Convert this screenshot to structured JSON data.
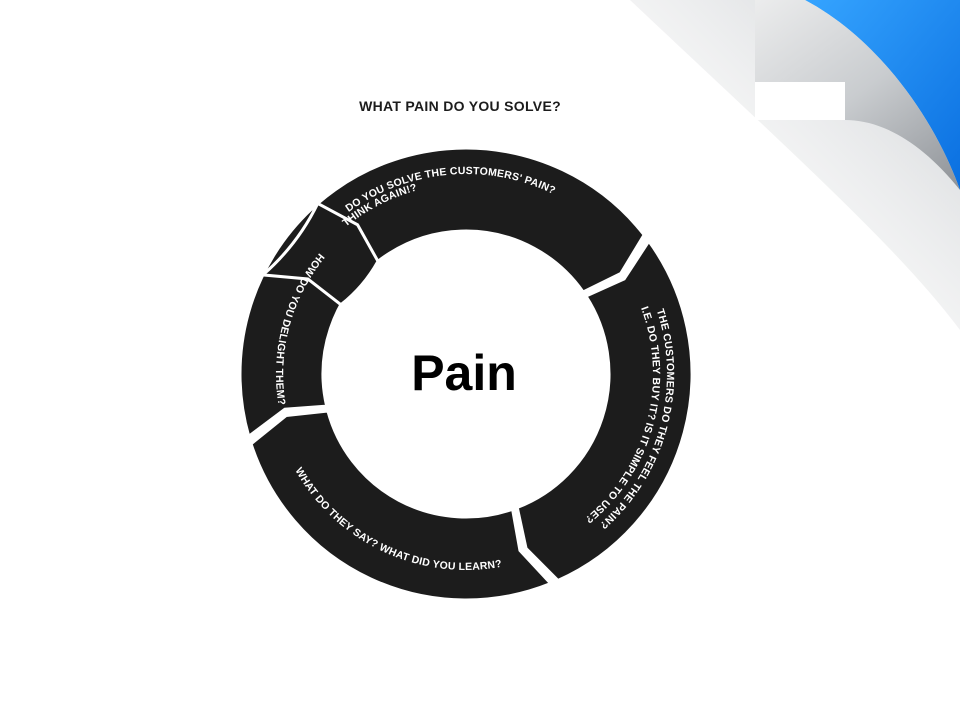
{
  "title": "WHAT PAIN DO YOU SOLVE?",
  "center_label": "Pain",
  "segments": [
    {
      "lines": [
        "DO YOU SOLVE THE CUSTOMERS' PAIN?"
      ]
    },
    {
      "lines": [
        "THE CUSTOMERS DO THEY FEEL THE PAIN?",
        "I.E. DO THEY BUY IT? IS IT SIMPLE TO USE?"
      ]
    },
    {
      "lines": [
        "WHAT DO THEY SAY? WHAT DID YOU LEARN?"
      ]
    },
    {
      "lines": [
        "HOW DO YOU DELIGHT THEM?"
      ]
    },
    {
      "lines": [
        "THINK AGAIN!?"
      ]
    }
  ],
  "colors": {
    "ring": "#1c1c1c",
    "ring_text": "#ffffff",
    "center_text": "#000000",
    "background": "#ffffff",
    "curl_blue": "#1e90ff",
    "curl_shadow": "#9aa0a6"
  }
}
